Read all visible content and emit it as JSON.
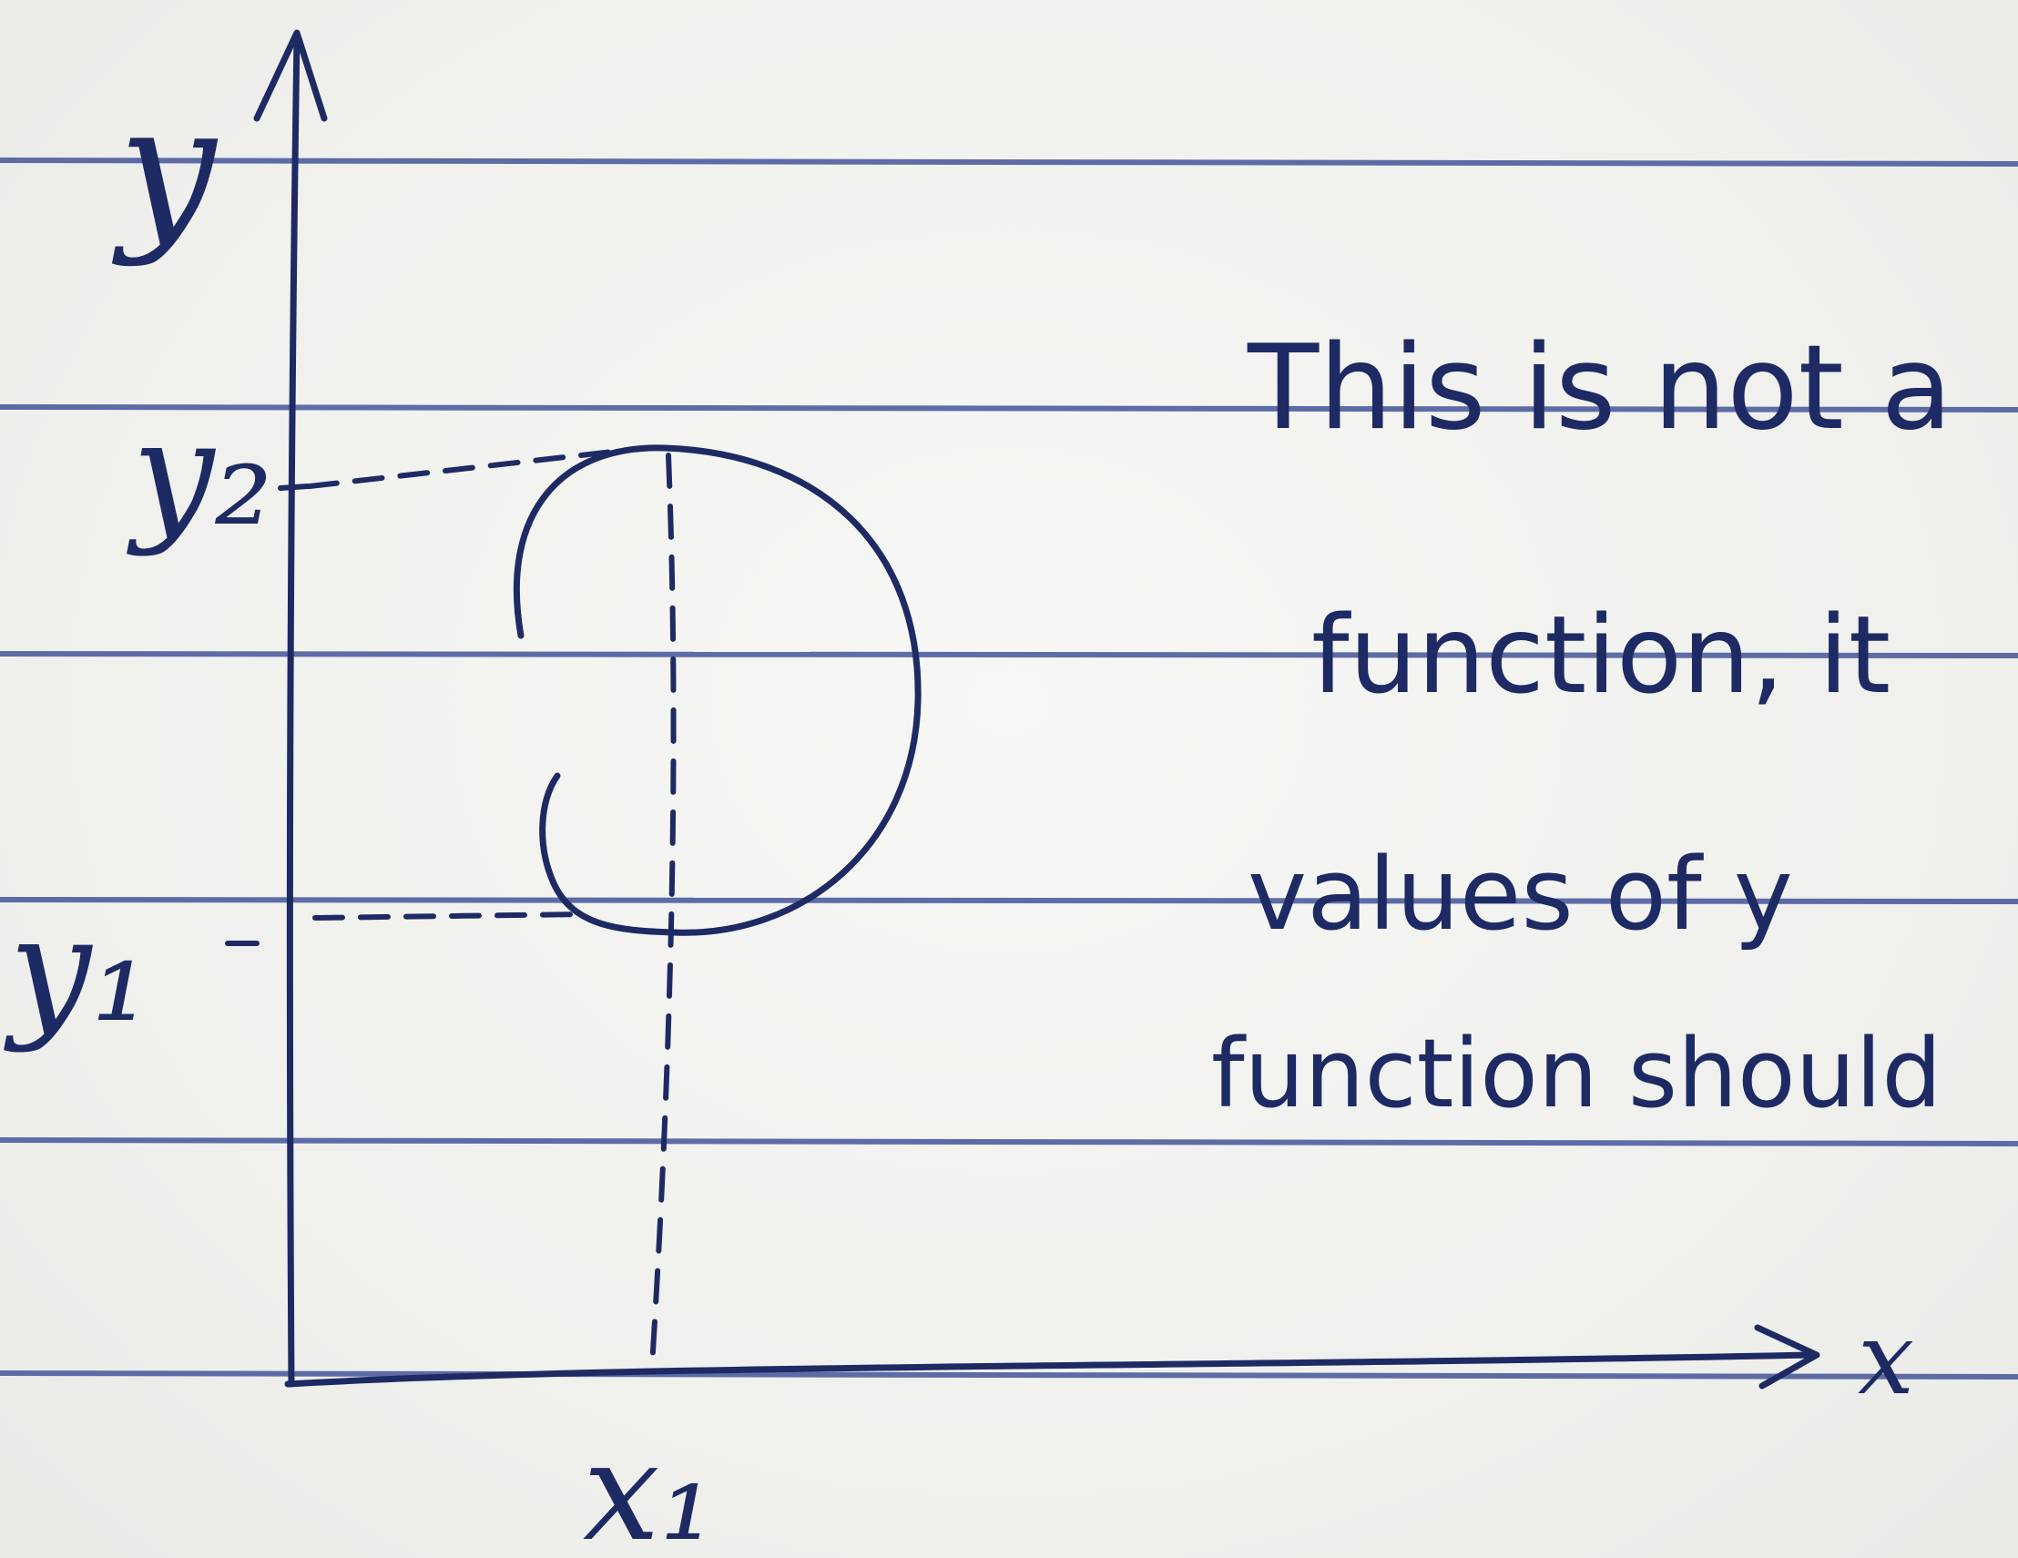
{
  "axes": {
    "y_axis_label": "y",
    "x_axis_label": "x",
    "y_tick_upper": "y₂",
    "y_tick_lower": "y₁",
    "x_tick": "x₁"
  },
  "note": {
    "lines": [
      "This is not a",
      "function, it",
      "values of y",
      "function should"
    ]
  },
  "colors": {
    "ink": "#1d2a63",
    "rule_lines": "#3d4f97",
    "paper": "#f3f3f1"
  }
}
